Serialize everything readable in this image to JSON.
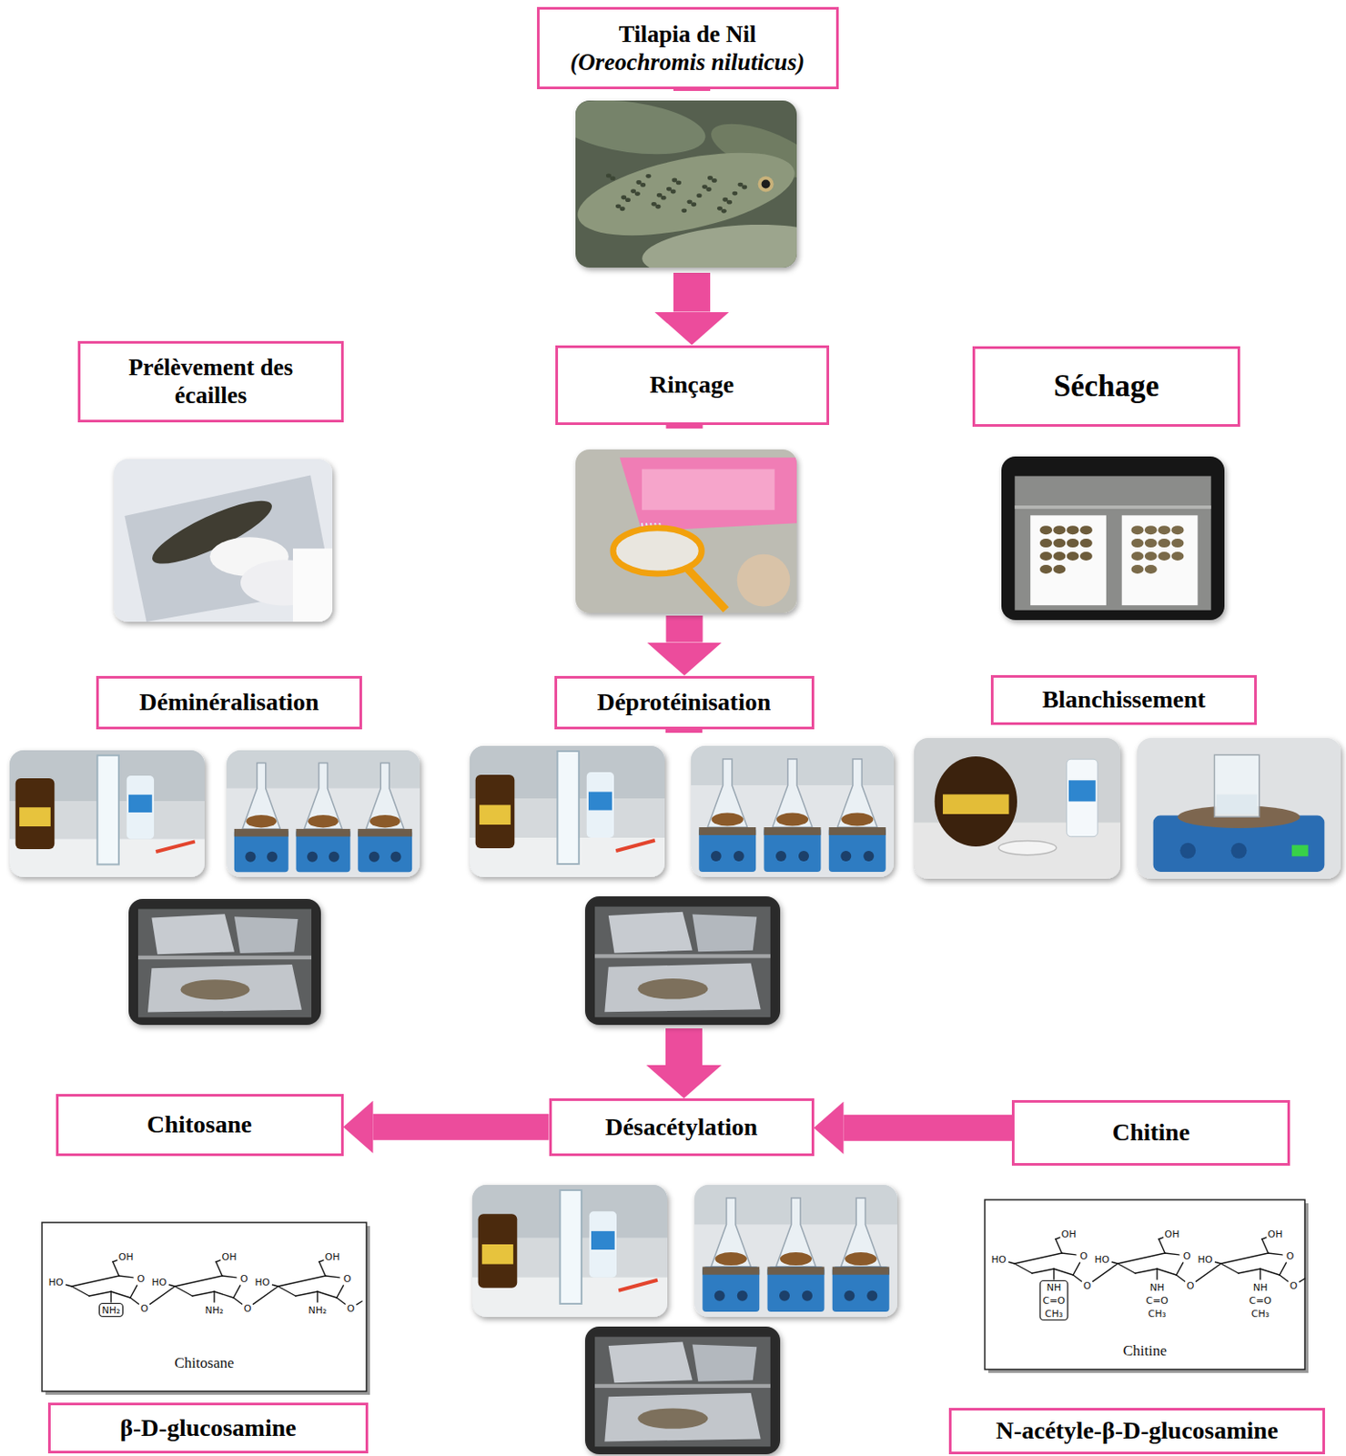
{
  "diagram": {
    "nodes": [
      {
        "text": [
          "Tilapia de Nil",
          "(Oreochromis niluticus)"
        ]
      },
      {
        "text": [
          "Prélèvement des écailles"
        ]
      },
      {
        "text": [
          "Rinçage"
        ]
      },
      {
        "text": [
          "Séchage"
        ]
      },
      {
        "text": [
          "Déminéralisation"
        ]
      },
      {
        "text": [
          "Déprotéinisation"
        ]
      },
      {
        "text": [
          "Blanchissement"
        ]
      },
      {
        "text": [
          "Chitosane"
        ]
      },
      {
        "text": [
          "Désacétylation"
        ]
      },
      {
        "text": [
          "Chitine"
        ]
      },
      {
        "text": [
          "β-D-glucosamine"
        ]
      },
      {
        "text": [
          "N-acétyle-β-D-glucosamine"
        ]
      }
    ],
    "edges": [
      {
        "from": 0,
        "to": 2,
        "arrow": "to"
      },
      {
        "from": 2,
        "to": 5,
        "arrow": "to"
      },
      {
        "from": 5,
        "to": 8,
        "arrow": "to"
      },
      {
        "from": 8,
        "to": 7,
        "arrow": "to"
      },
      {
        "from": 9,
        "to": 8,
        "arrow": "to"
      }
    ],
    "labels": [
      "OH",
      "O",
      "HO",
      "O",
      "NH₂",
      "OH",
      "O",
      "HO",
      "O",
      "NH₂",
      "OH",
      "O",
      "HO",
      "O",
      "NH₂",
      "Chitosane",
      "OH",
      "O",
      "HO",
      "O",
      "NH",
      "C=O",
      "CH₃",
      "OH",
      "O",
      "HO",
      "O",
      "NH",
      "C=O",
      "CH₃",
      "OH",
      "O",
      "HO",
      "O",
      "NH",
      "C=O",
      "CH₃",
      "Chitine"
    ]
  }
}
